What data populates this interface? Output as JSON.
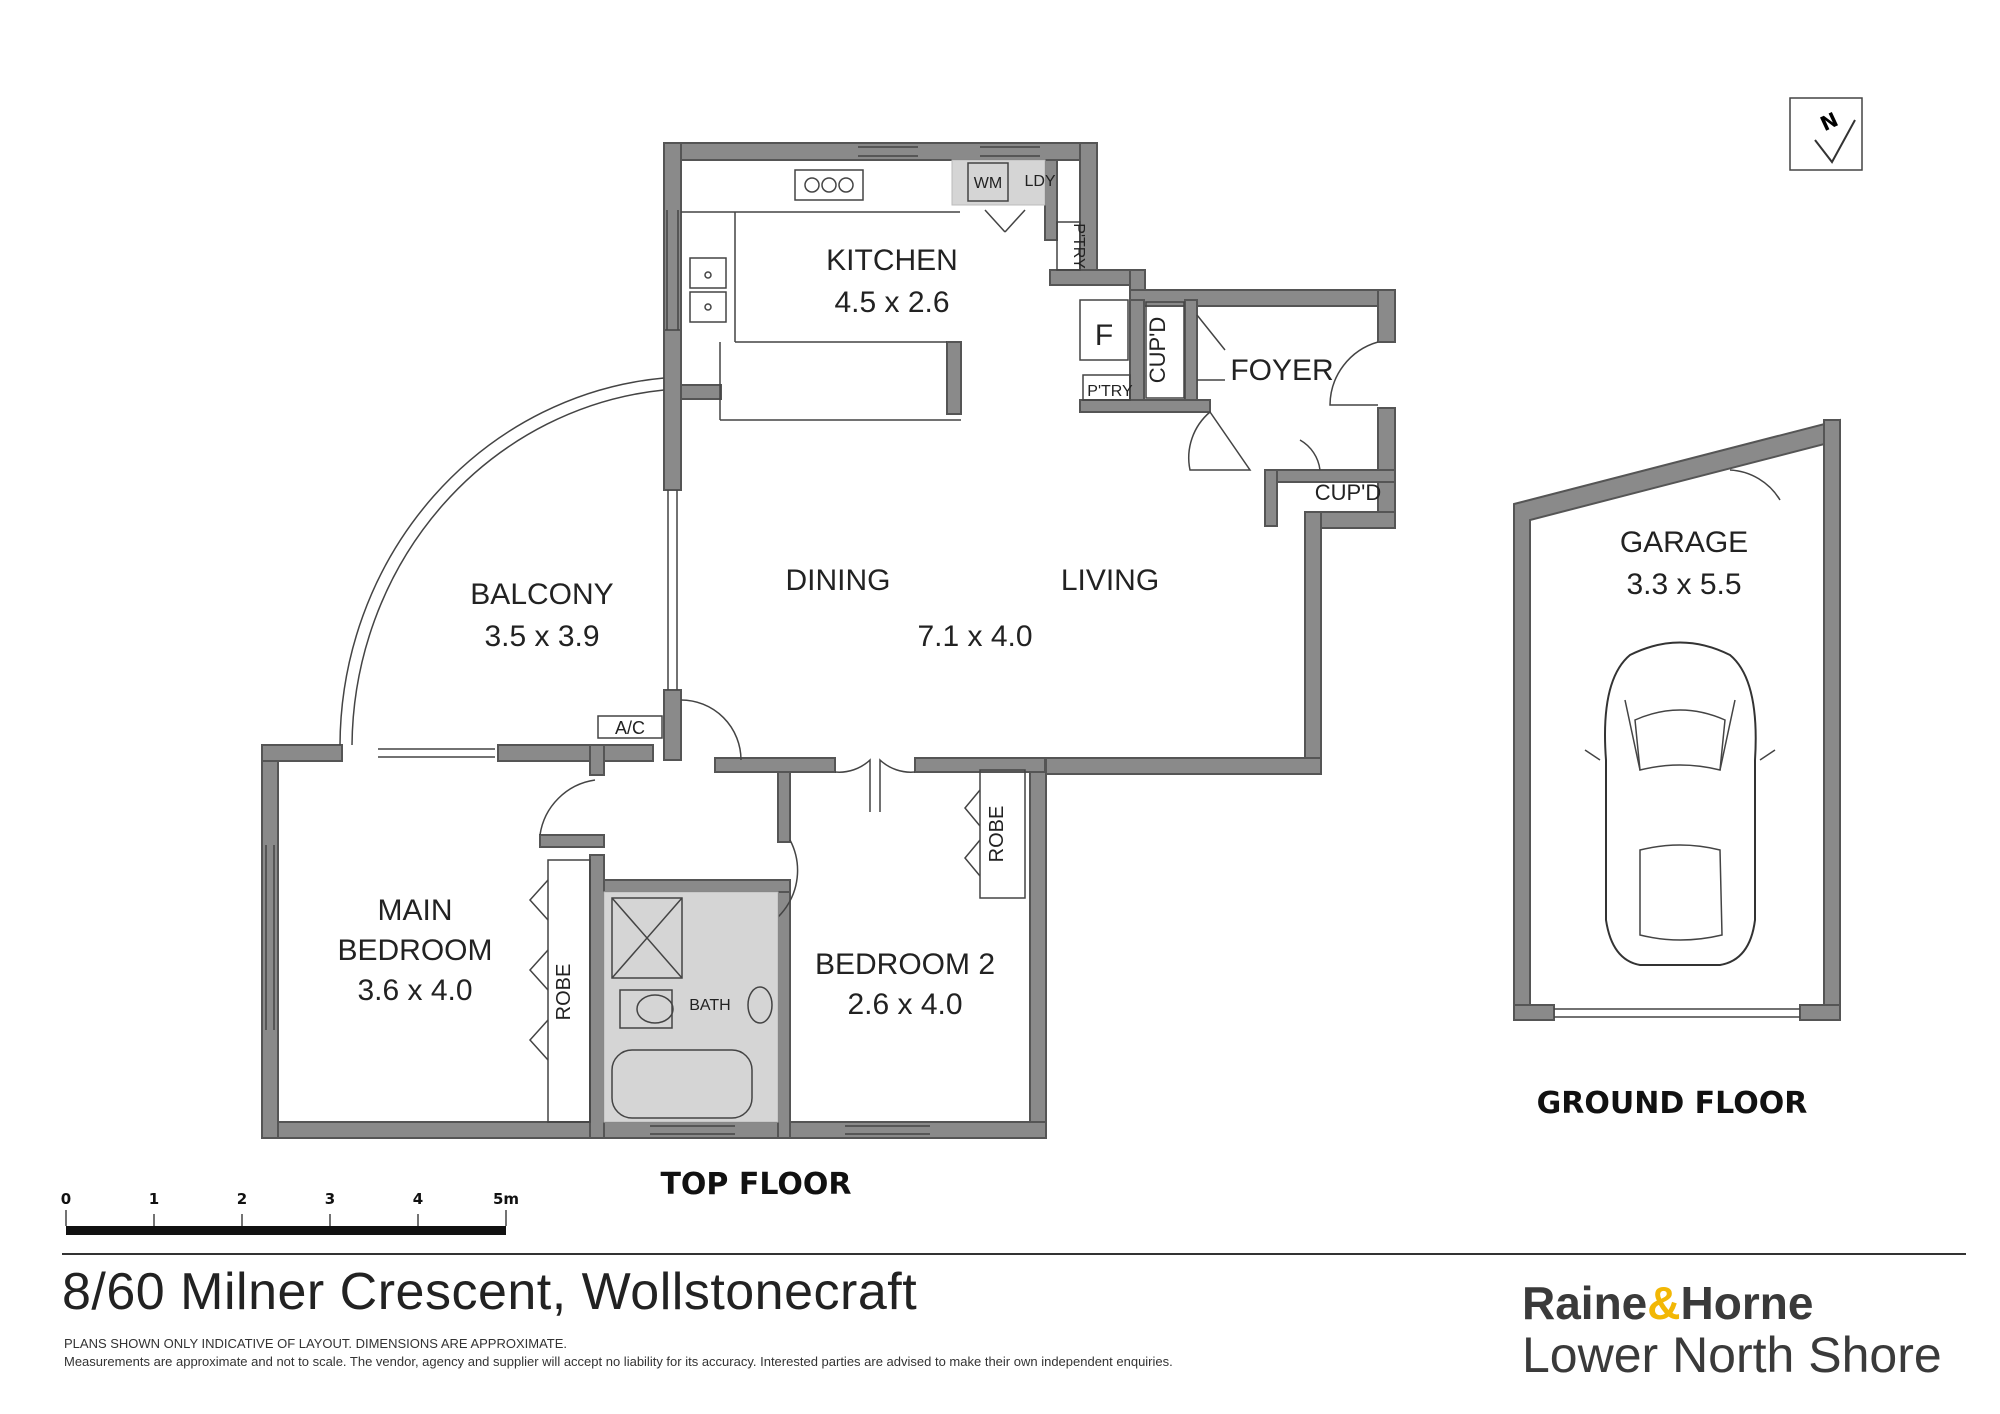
{
  "rooms": {
    "kitchen": {
      "name": "KITCHEN",
      "size": "4.5 x 2.6"
    },
    "laundry": {
      "name": "LDY"
    },
    "washing_machine": {
      "name": "WM"
    },
    "pantry_1": {
      "name": "P'TRY"
    },
    "pantry_2": {
      "name": "P'TRY"
    },
    "fridge": {
      "name": "F"
    },
    "cupboard_1": {
      "name": "CUP'D"
    },
    "cupboard_2": {
      "name": "CUP'D"
    },
    "foyer": {
      "name": "FOYER"
    },
    "balcony": {
      "name": "BALCONY",
      "size": "3.5 x 3.9"
    },
    "dining": {
      "name": "DINING"
    },
    "living": {
      "name": "LIVING",
      "size": "7.1 x 4.0"
    },
    "aircon": {
      "name": "A/C"
    },
    "main_bedroom": {
      "name_line1": "MAIN",
      "name_line2": "BEDROOM",
      "size": "3.6 x 4.0"
    },
    "robe_1": {
      "name": "ROBE"
    },
    "robe_2": {
      "name": "ROBE"
    },
    "bath": {
      "name": "BATH"
    },
    "bedroom_2": {
      "name": "BEDROOM 2",
      "size": "2.6 x 4.0"
    },
    "garage": {
      "name": "GARAGE",
      "size": "3.3 x 5.5"
    }
  },
  "floor_labels": {
    "top": "TOP FLOOR",
    "ground": "GROUND FLOOR"
  },
  "compass": {
    "letter": "N"
  },
  "scale": {
    "ticks": [
      "0",
      "1",
      "2",
      "3",
      "4",
      "5m"
    ]
  },
  "footer": {
    "address": "8/60 Milner Crescent, Wollstonecraft",
    "disclaimer_line1": "PLANS SHOWN ONLY INDICATIVE OF LAYOUT. DIMENSIONS ARE APPROXIMATE.",
    "disclaimer_line2": "Measurements are approximate and not to scale. The vendor, agency and supplier will accept no liability for its accuracy. Interested parties are advised to make their own independent enquiries.",
    "brand_part1": "Raine",
    "brand_amp": "&",
    "brand_part2": "Horne",
    "brand_office": "Lower North Shore"
  },
  "colors": {
    "wall": "#8a8a8a",
    "tile": "#d5d5d5",
    "brand_amp": "#f2b705",
    "text": "#222222"
  }
}
